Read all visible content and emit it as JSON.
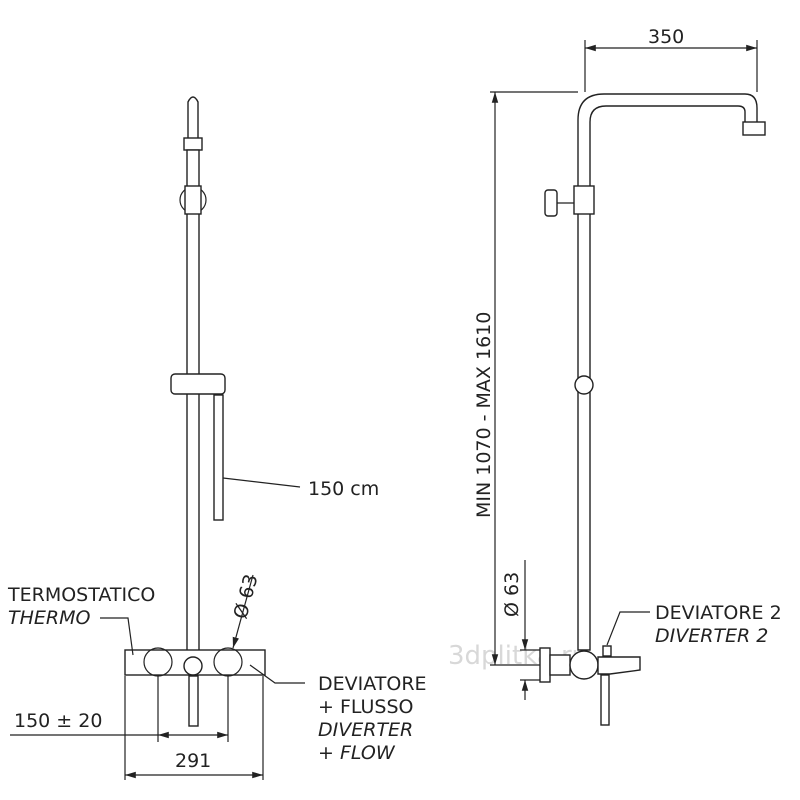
{
  "watermark": "3dplitka.ru",
  "front_view": {
    "hose_length": "150 cm",
    "thermostat_label_it": "TERMOSTATICO",
    "thermostat_label_en": "THERMO",
    "diverter_label_it_1": "DEVIATORE",
    "diverter_label_it_2": "+ FLUSSO",
    "diverter_label_en_1": "DIVERTER",
    "diverter_label_en_2": "+ FLOW",
    "knob_diameter": "Ø 63",
    "inlet_spacing": "150 ± 20",
    "mixer_width": "291"
  },
  "side_view": {
    "arm_length": "350",
    "height_range": "MIN 1070 - MAX 1610",
    "knob_diameter": "Ø 63",
    "diverter2_label_it": "DEVIATORE 2",
    "diverter2_label_en": "DIVERTER 2"
  }
}
